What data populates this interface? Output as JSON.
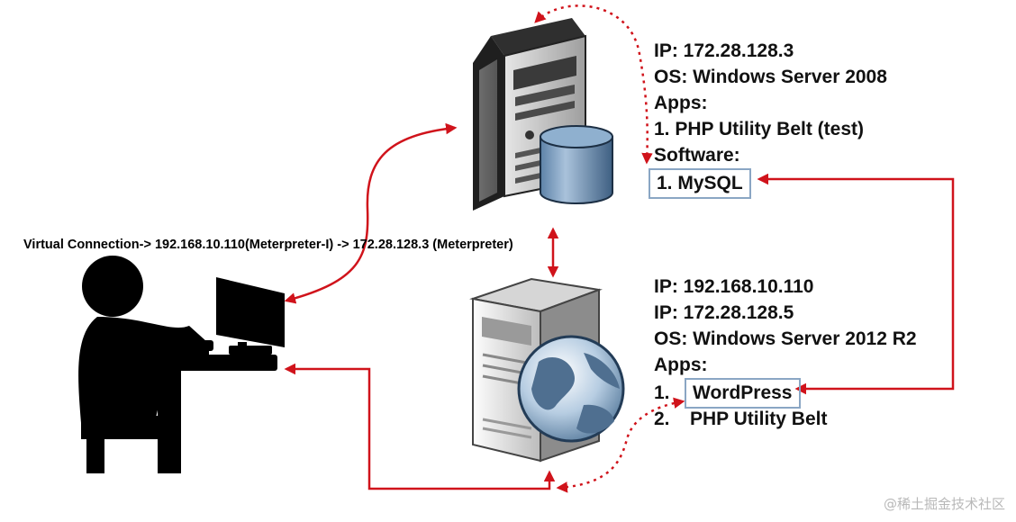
{
  "virtual_connection": "Virtual Connection-> 192.168.10.110(Meterpreter-I) -> 172.28.128.3 (Meterpreter)",
  "db_server": {
    "lines": [
      "IP: 172.28.128.3",
      "OS: Windows Server 2008",
      "Apps:",
      "1. PHP Utility Belt (test)",
      "Software:"
    ],
    "software_item": "1. MySQL"
  },
  "web_server": {
    "lines": [
      "IP: 192.168.10.110",
      "IP: 172.28.128.5",
      "OS: Windows Server 2012 R2",
      "Apps:"
    ],
    "apps": [
      {
        "num": "1.",
        "name": "WordPress"
      },
      {
        "num": "2.",
        "name": "PHP Utility Belt"
      }
    ]
  },
  "watermark": "@稀土掘金技术社区",
  "colors": {
    "arrow": "#d0131b",
    "box_border": "#8aa6c4",
    "text": "#111111"
  },
  "icons": [
    "attacker-at-computer-icon",
    "database-server-icon",
    "web-server-globe-icon"
  ]
}
